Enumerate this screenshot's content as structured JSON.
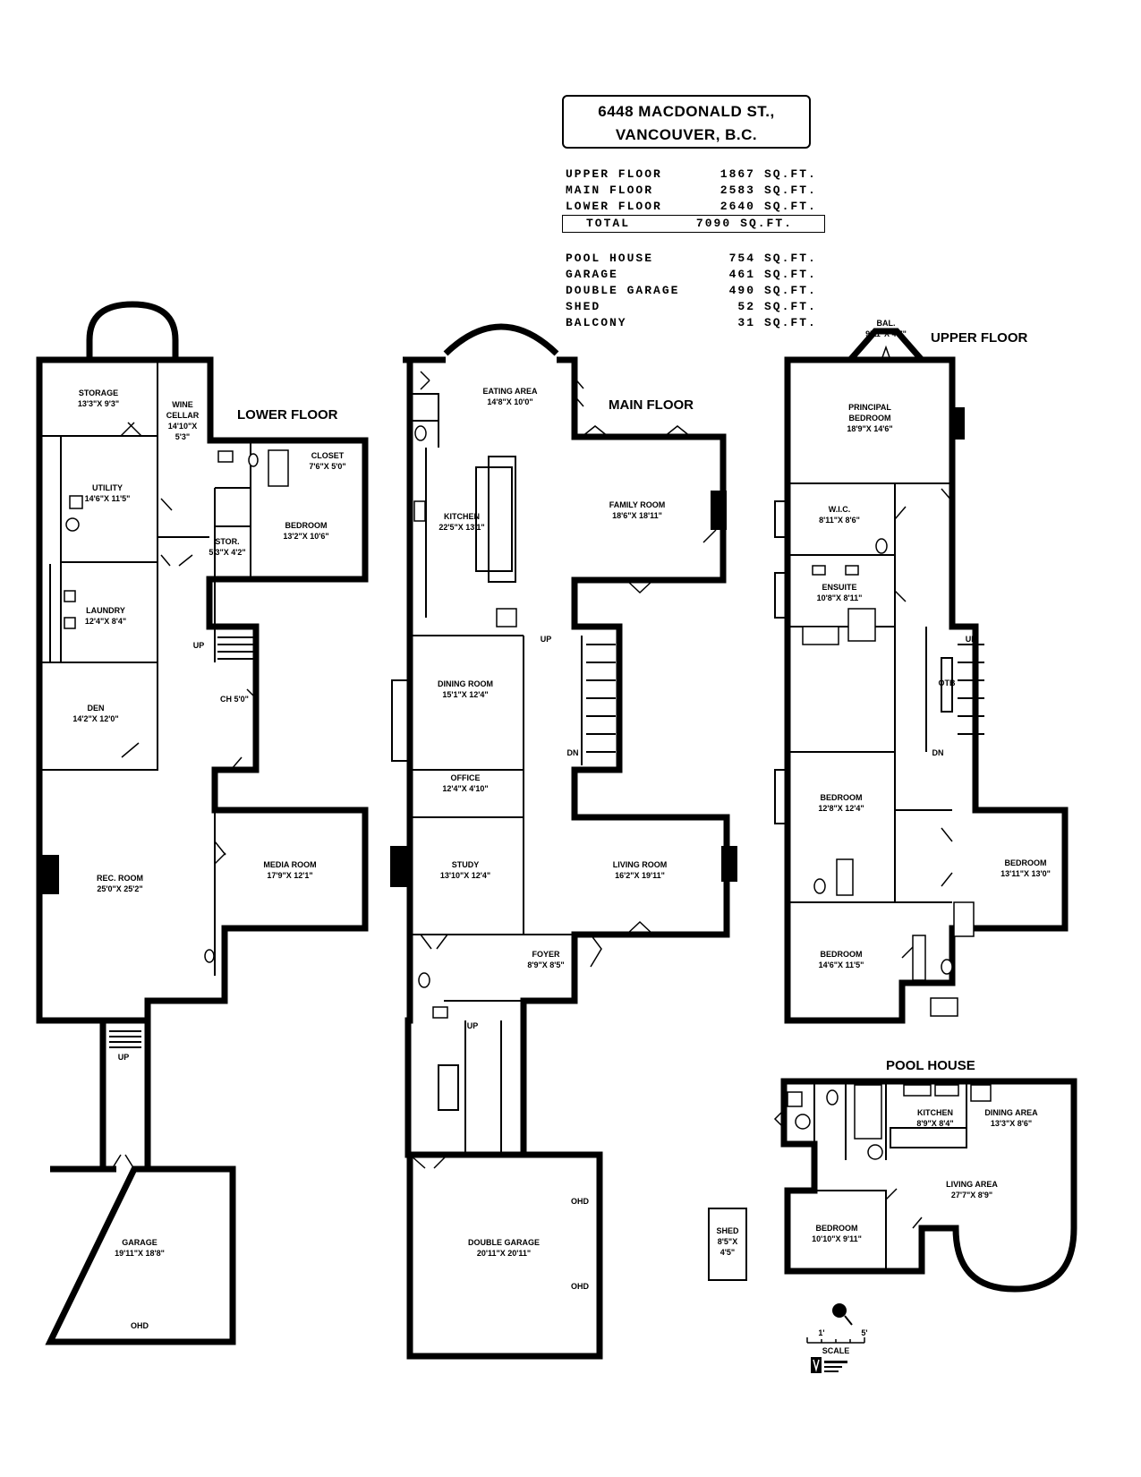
{
  "header": {
    "address_line1": "6448 MACDONALD ST.,",
    "address_line2": "VANCOUVER, B.C."
  },
  "areas": [
    {
      "label": "UPPER FLOOR",
      "value": "1867",
      "unit": "SQ.FT."
    },
    {
      "label": "MAIN FLOOR",
      "value": "2583",
      "unit": "SQ.FT."
    },
    {
      "label": "LOWER FLOOR",
      "value": "2640",
      "unit": "SQ.FT."
    }
  ],
  "total": {
    "label": "TOTAL",
    "value": "7090",
    "unit": "SQ.FT."
  },
  "extra_areas": [
    {
      "label": "POOL HOUSE",
      "value": "754",
      "unit": "SQ.FT."
    },
    {
      "label": "GARAGE",
      "value": "461",
      "unit": "SQ.FT."
    },
    {
      "label": "DOUBLE GARAGE",
      "value": "490",
      "unit": "SQ.FT."
    },
    {
      "label": "SHED",
      "value": "52",
      "unit": "SQ.FT."
    },
    {
      "label": "BALCONY",
      "value": "31",
      "unit": "SQ.FT."
    }
  ],
  "floors": {
    "lower": "LOWER FLOOR",
    "main": "MAIN FLOOR",
    "upper": "UPPER FLOOR",
    "pool": "POOL HOUSE"
  },
  "lower_rooms": {
    "storage": [
      "STORAGE",
      "13'3\"X 9'3\""
    ],
    "wine": [
      "WINE",
      "CELLAR",
      "14'10\"X",
      "5'3\""
    ],
    "closet": [
      "CLOSET",
      "7'6\"X 5'0\""
    ],
    "utility": [
      "UTILITY",
      "14'6\"X 11'5\""
    ],
    "bedroom": [
      "BEDROOM",
      "13'2\"X 10'6\""
    ],
    "stor": [
      "STOR.",
      "5'3\"X 4'2\""
    ],
    "laundry": [
      "LAUNDRY",
      "12'4\"X 8'4\""
    ],
    "den": [
      "DEN",
      "14'2\"X 12'0\""
    ],
    "ch": "CH 5'0\"",
    "rec": [
      "REC. ROOM",
      "25'0\"X 25'2\""
    ],
    "media": [
      "MEDIA ROOM",
      "17'9\"X 12'1\""
    ],
    "garage": [
      "GARAGE",
      "19'11\"X 18'8\""
    ],
    "up": "UP",
    "up2": "UP",
    "ohd": "OHD"
  },
  "main_rooms": {
    "eating": [
      "EATING AREA",
      "14'8\"X 10'0\""
    ],
    "kitchen": [
      "KITCHEN",
      "22'5\"X 13'1\""
    ],
    "family": [
      "FAMILY ROOM",
      "18'6\"X 18'11\""
    ],
    "dining": [
      "DINING ROOM",
      "15'1\"X 12'4\""
    ],
    "office": [
      "OFFICE",
      "12'4\"X 4'10\""
    ],
    "study": [
      "STUDY",
      "13'10\"X 12'4\""
    ],
    "living": [
      "LIVING ROOM",
      "16'2\"X 19'11\""
    ],
    "foyer": [
      "FOYER",
      "8'9\"X 8'5\""
    ],
    "dgarage": [
      "DOUBLE GARAGE",
      "20'11\"X 20'11\""
    ],
    "up": "UP",
    "dn": "DN",
    "up2": "UP",
    "ohd1": "OHD",
    "ohd2": "OHD"
  },
  "upper_rooms": {
    "bal": [
      "BAL.",
      "9'11\"X 4'7\""
    ],
    "principal": [
      "PRINCIPAL",
      "BEDROOM",
      "18'9\"X 14'6\""
    ],
    "wic": [
      "W.I.C.",
      "8'11\"X 8'6\""
    ],
    "ensuite": [
      "ENSUITE",
      "10'8\"X 8'11\""
    ],
    "bed2": [
      "BEDROOM",
      "12'8\"X 12'4\""
    ],
    "bed3": [
      "BEDROOM",
      "13'11\"X 13'0\""
    ],
    "bed4": [
      "BEDROOM",
      "14'6\"X 11'5\""
    ],
    "otb": "OTB",
    "up": "UP",
    "dn": "DN"
  },
  "pool_rooms": {
    "kitchen": [
      "KITCHEN",
      "8'9\"X 8'4\""
    ],
    "dining": [
      "DINING AREA",
      "13'3\"X 8'6\""
    ],
    "living": [
      "LIVING AREA",
      "27'7\"X 8'9\""
    ],
    "bedroom": [
      "BEDROOM",
      "10'10\"X 9'11\""
    ],
    "shed": [
      "SHED",
      "8'5\"X",
      "4'5\""
    ]
  },
  "scale": {
    "left": "1'",
    "right": "5'",
    "label": "SCALE"
  }
}
